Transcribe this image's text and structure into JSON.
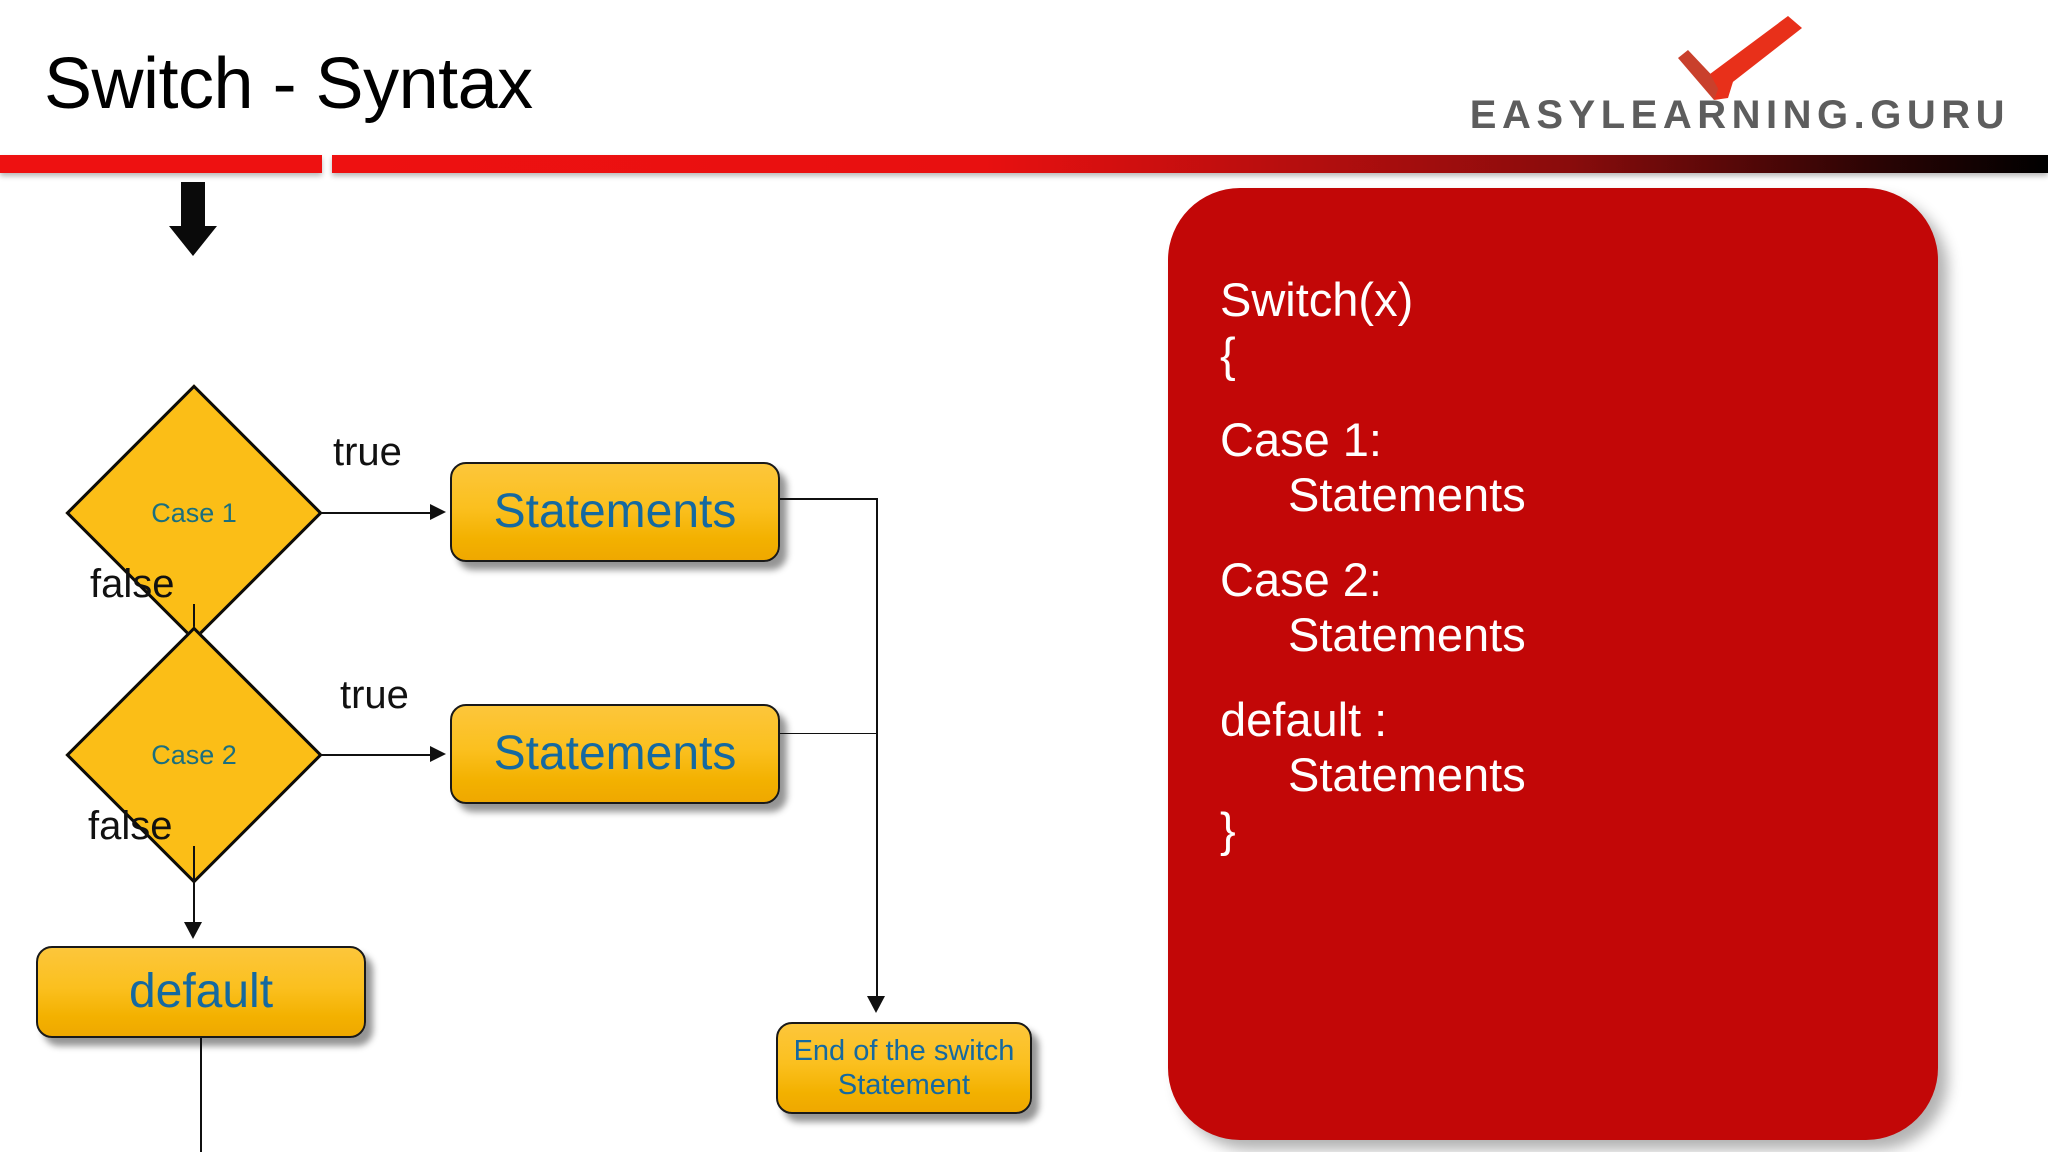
{
  "slide": {
    "title": "Switch - Syntax",
    "background_color": "#FFFFFF"
  },
  "brand": {
    "wordmark": "EASYLEARNING.GURU",
    "check_color": "#E8301A",
    "wordmark_color": "#5D5D5D",
    "rule_color": "#EE1111"
  },
  "flowchart": {
    "node_fill": "#FBBE17",
    "node_text_color": "#1569A0",
    "decisions": [
      {
        "label": "Case 1"
      },
      {
        "label": "Case 2"
      }
    ],
    "process_boxes": [
      {
        "label": "Statements"
      },
      {
        "label": "Statements"
      },
      {
        "label": "default"
      }
    ],
    "terminator": {
      "line1": "End of the switch",
      "line2": "Statement"
    },
    "edge_labels": {
      "true_1": "true",
      "false_1": "false",
      "true_2": "true",
      "false_2": "false"
    }
  },
  "code_panel": {
    "background_color": "#C20707",
    "text_color": "#FFFFFF",
    "lines": [
      "Switch(x)",
      "{",
      "Case 1:",
      "Statements",
      "Case 2:",
      "Statements",
      "default :",
      "Statements",
      "}"
    ]
  }
}
